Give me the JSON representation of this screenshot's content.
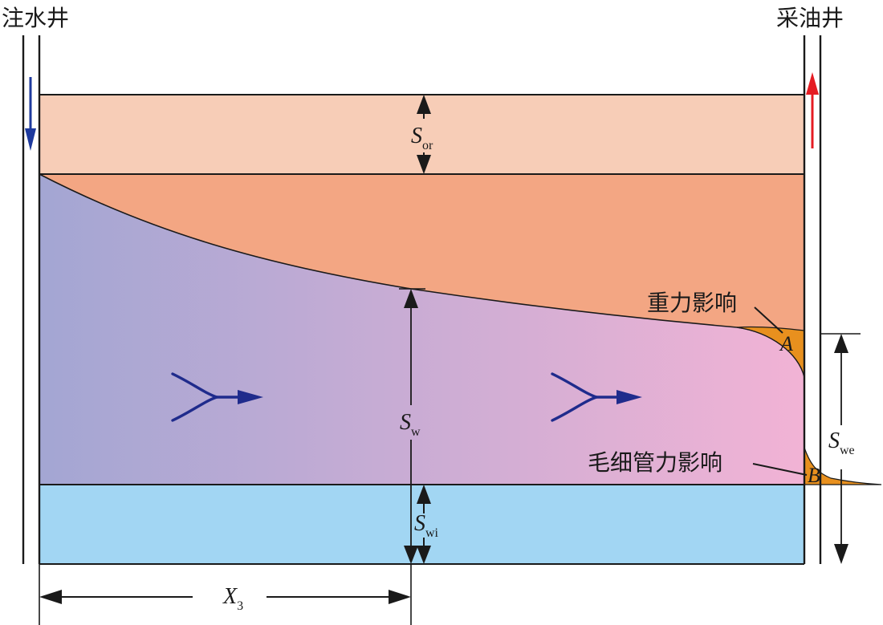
{
  "wells": {
    "injection_label": "注水井",
    "production_label": "采油井"
  },
  "labels": {
    "gravity": "重力影响",
    "capillary": "毛细管力影响",
    "point_a": "A",
    "point_b": "B"
  },
  "symbols": {
    "sor": {
      "main": "S",
      "sub": "or"
    },
    "sw": {
      "main": "S",
      "sub": "w"
    },
    "swi": {
      "main": "S",
      "sub": "wi"
    },
    "swe": {
      "main": "S",
      "sub": "we"
    },
    "x3": {
      "main": "X",
      "sub": "3"
    }
  },
  "colors": {
    "residual_oil": "#f7cdb7",
    "oil": "#f3a683",
    "water_start": "#a3a6d3",
    "water_end": "#f2b3d5",
    "irreducible_water": "#a2d6f3",
    "fingers": "#e8901e",
    "flow_arrow": "#1f2b8c",
    "injection_arrow": "#1e3a9e",
    "production_arrow": "#e51c23",
    "line": "#1a1a1a"
  }
}
